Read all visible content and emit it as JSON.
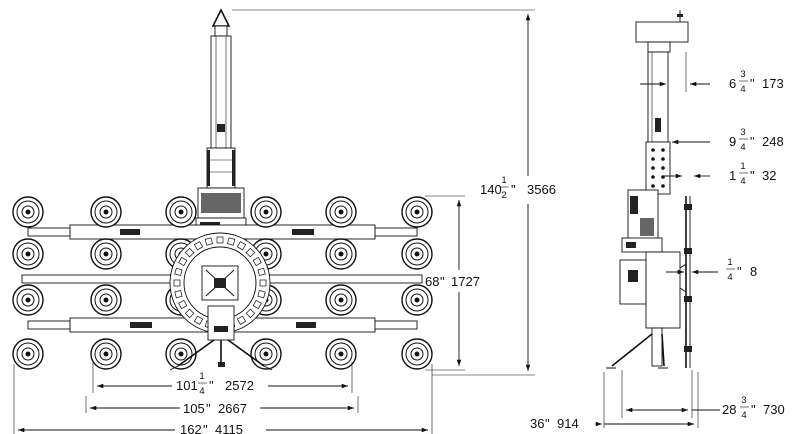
{
  "dimensions": {
    "overall_height": {
      "whole": "140",
      "num": "1",
      "den": "2",
      "mm": "3566"
    },
    "pad_frame_height": {
      "whole": "68",
      "mm": "1727"
    },
    "inner_width": {
      "whole": "101",
      "num": "1",
      "den": "4",
      "mm": "2572"
    },
    "middle_width": {
      "whole": "105",
      "mm": "2667"
    },
    "overall_width": {
      "whole": "162",
      "mm": "4115"
    },
    "side_top": {
      "whole": "6",
      "num": "3",
      "den": "4",
      "mm": "173"
    },
    "side_mast_upper": {
      "whole": "9",
      "num": "3",
      "den": "4",
      "mm": "248"
    },
    "side_mast_lower": {
      "whole": "1",
      "num": "1",
      "den": "4",
      "mm": "32"
    },
    "side_pad_offset": {
      "num": "1",
      "den": "4",
      "mm": "8"
    },
    "side_base": {
      "whole": "36",
      "mm": "914"
    },
    "side_depth": {
      "whole": "28",
      "num": "3",
      "den": "4",
      "mm": "730"
    }
  }
}
